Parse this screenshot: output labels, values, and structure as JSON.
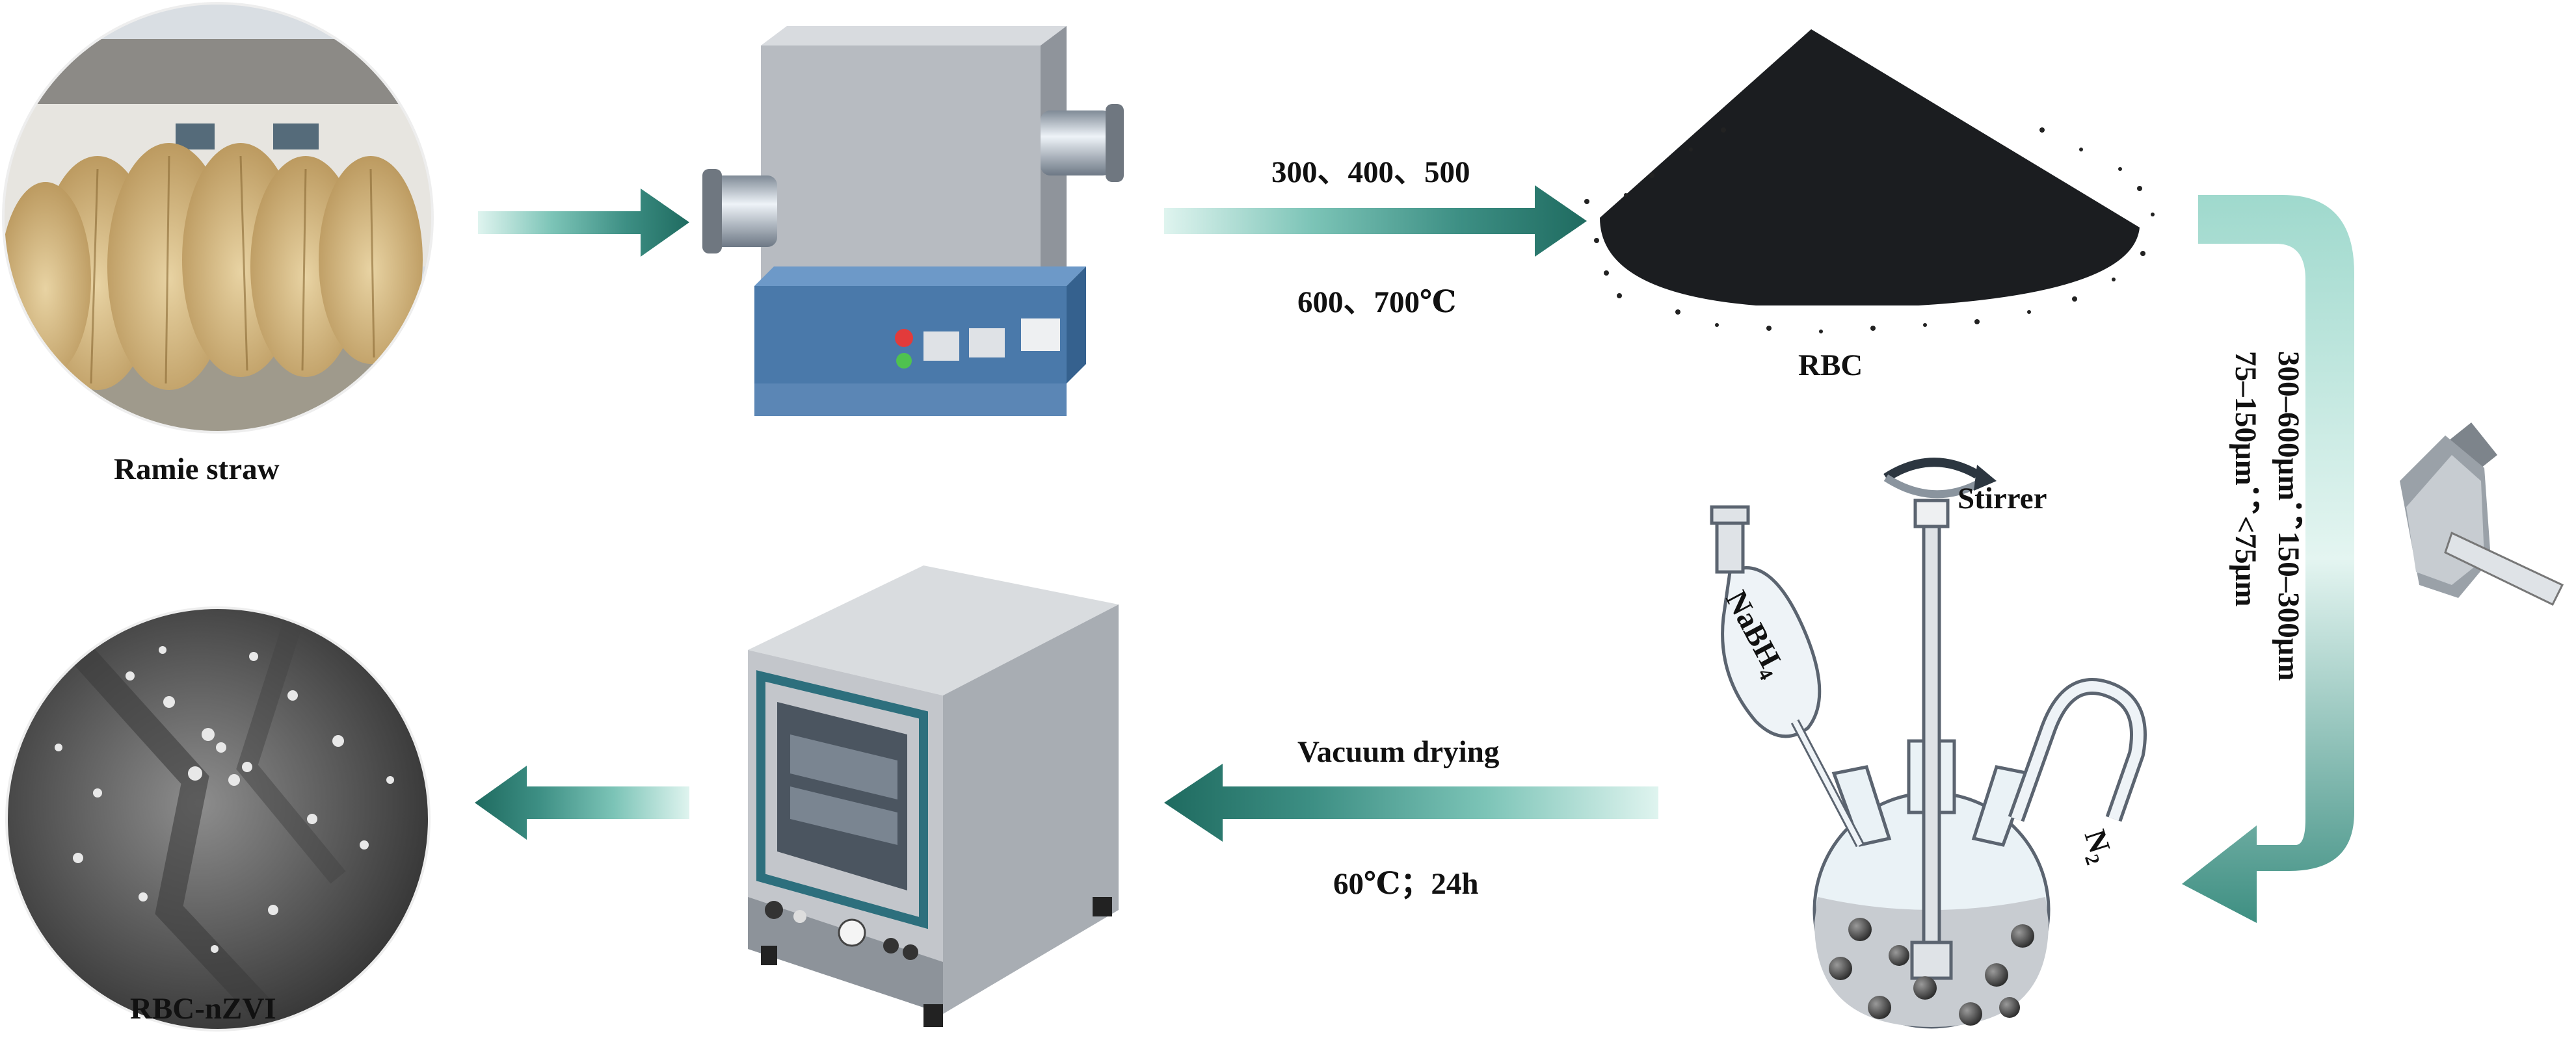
{
  "labels": {
    "ramie_straw": "Ramie straw",
    "rbc": "RBC",
    "rbc_nzvi": "RBC-nZVI",
    "temps_line1": "300、400、500",
    "temps_line2": "600、700℃",
    "sieve_line1": "300–600μm；150–300μm",
    "sieve_line2": "75–150μm；<75μm",
    "stirrer": "Stirrer",
    "nabh4": "NaBH",
    "nabh4_sub": "4",
    "n2": "N",
    "n2_sub": "2",
    "drying_title": "Vacuum drying",
    "drying_conditions": "60℃；24h"
  },
  "colors": {
    "arrow_light": "#c9ece4",
    "arrow_mid": "#5fb3a6",
    "arrow_dark": "#1f6b60",
    "furnace_body": "#b9bcc1",
    "furnace_base": "#4a79aa",
    "oven_body": "#c3c6cb",
    "oven_frame": "#2d6f7d",
    "powder": "#1b1d20"
  },
  "icons": [
    "ramie-straw-photo",
    "tube-furnace-icon",
    "biochar-powder-pile",
    "sieve-icon",
    "three-neck-flask-reactor",
    "vacuum-oven-icon",
    "sem-micrograph"
  ]
}
